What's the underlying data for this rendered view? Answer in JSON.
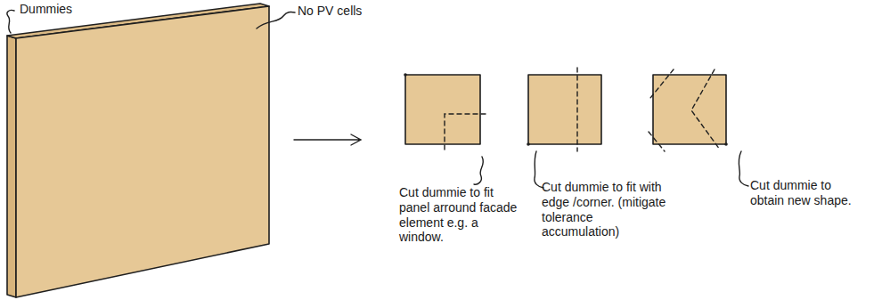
{
  "diagram": {
    "labels": [
      "Dummies",
      "No PV cells",
      "Cut dummie to fit panel arround facade element e.g. a window.",
      "Cut dummie to fit with edge /corner. (mitigate tolerance accumulation)",
      "Cut dummie to obtain new shape."
    ]
  }
}
